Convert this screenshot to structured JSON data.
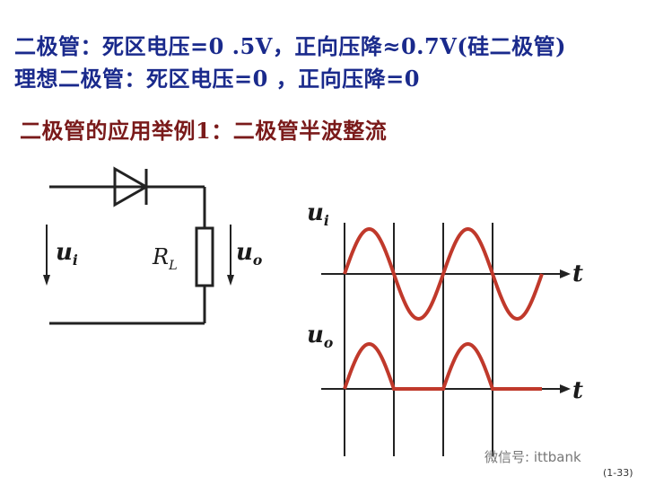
{
  "header": {
    "line1": "二极管：死区电压=0 .5V，正向压降≈0.7V(硅二极管)",
    "line2": "理想二极管：死区电压=0 ，正向压降=0"
  },
  "subtitle": "二极管的应用举例1：二极管半波整流",
  "circuit": {
    "input_label": "u",
    "input_sub": "i",
    "resistor_label": "R",
    "resistor_sub": "L",
    "output_label": "u",
    "output_sub": "o"
  },
  "waves": {
    "input_label": "u",
    "input_sub": "i",
    "output_label": "u",
    "output_sub": "o",
    "time_label_top": "t",
    "time_label_bottom": "t",
    "wave_color": "#c0392b",
    "cycles": 2
  },
  "watermark": "微信号: ittbank",
  "page_number": "(1-33)"
}
